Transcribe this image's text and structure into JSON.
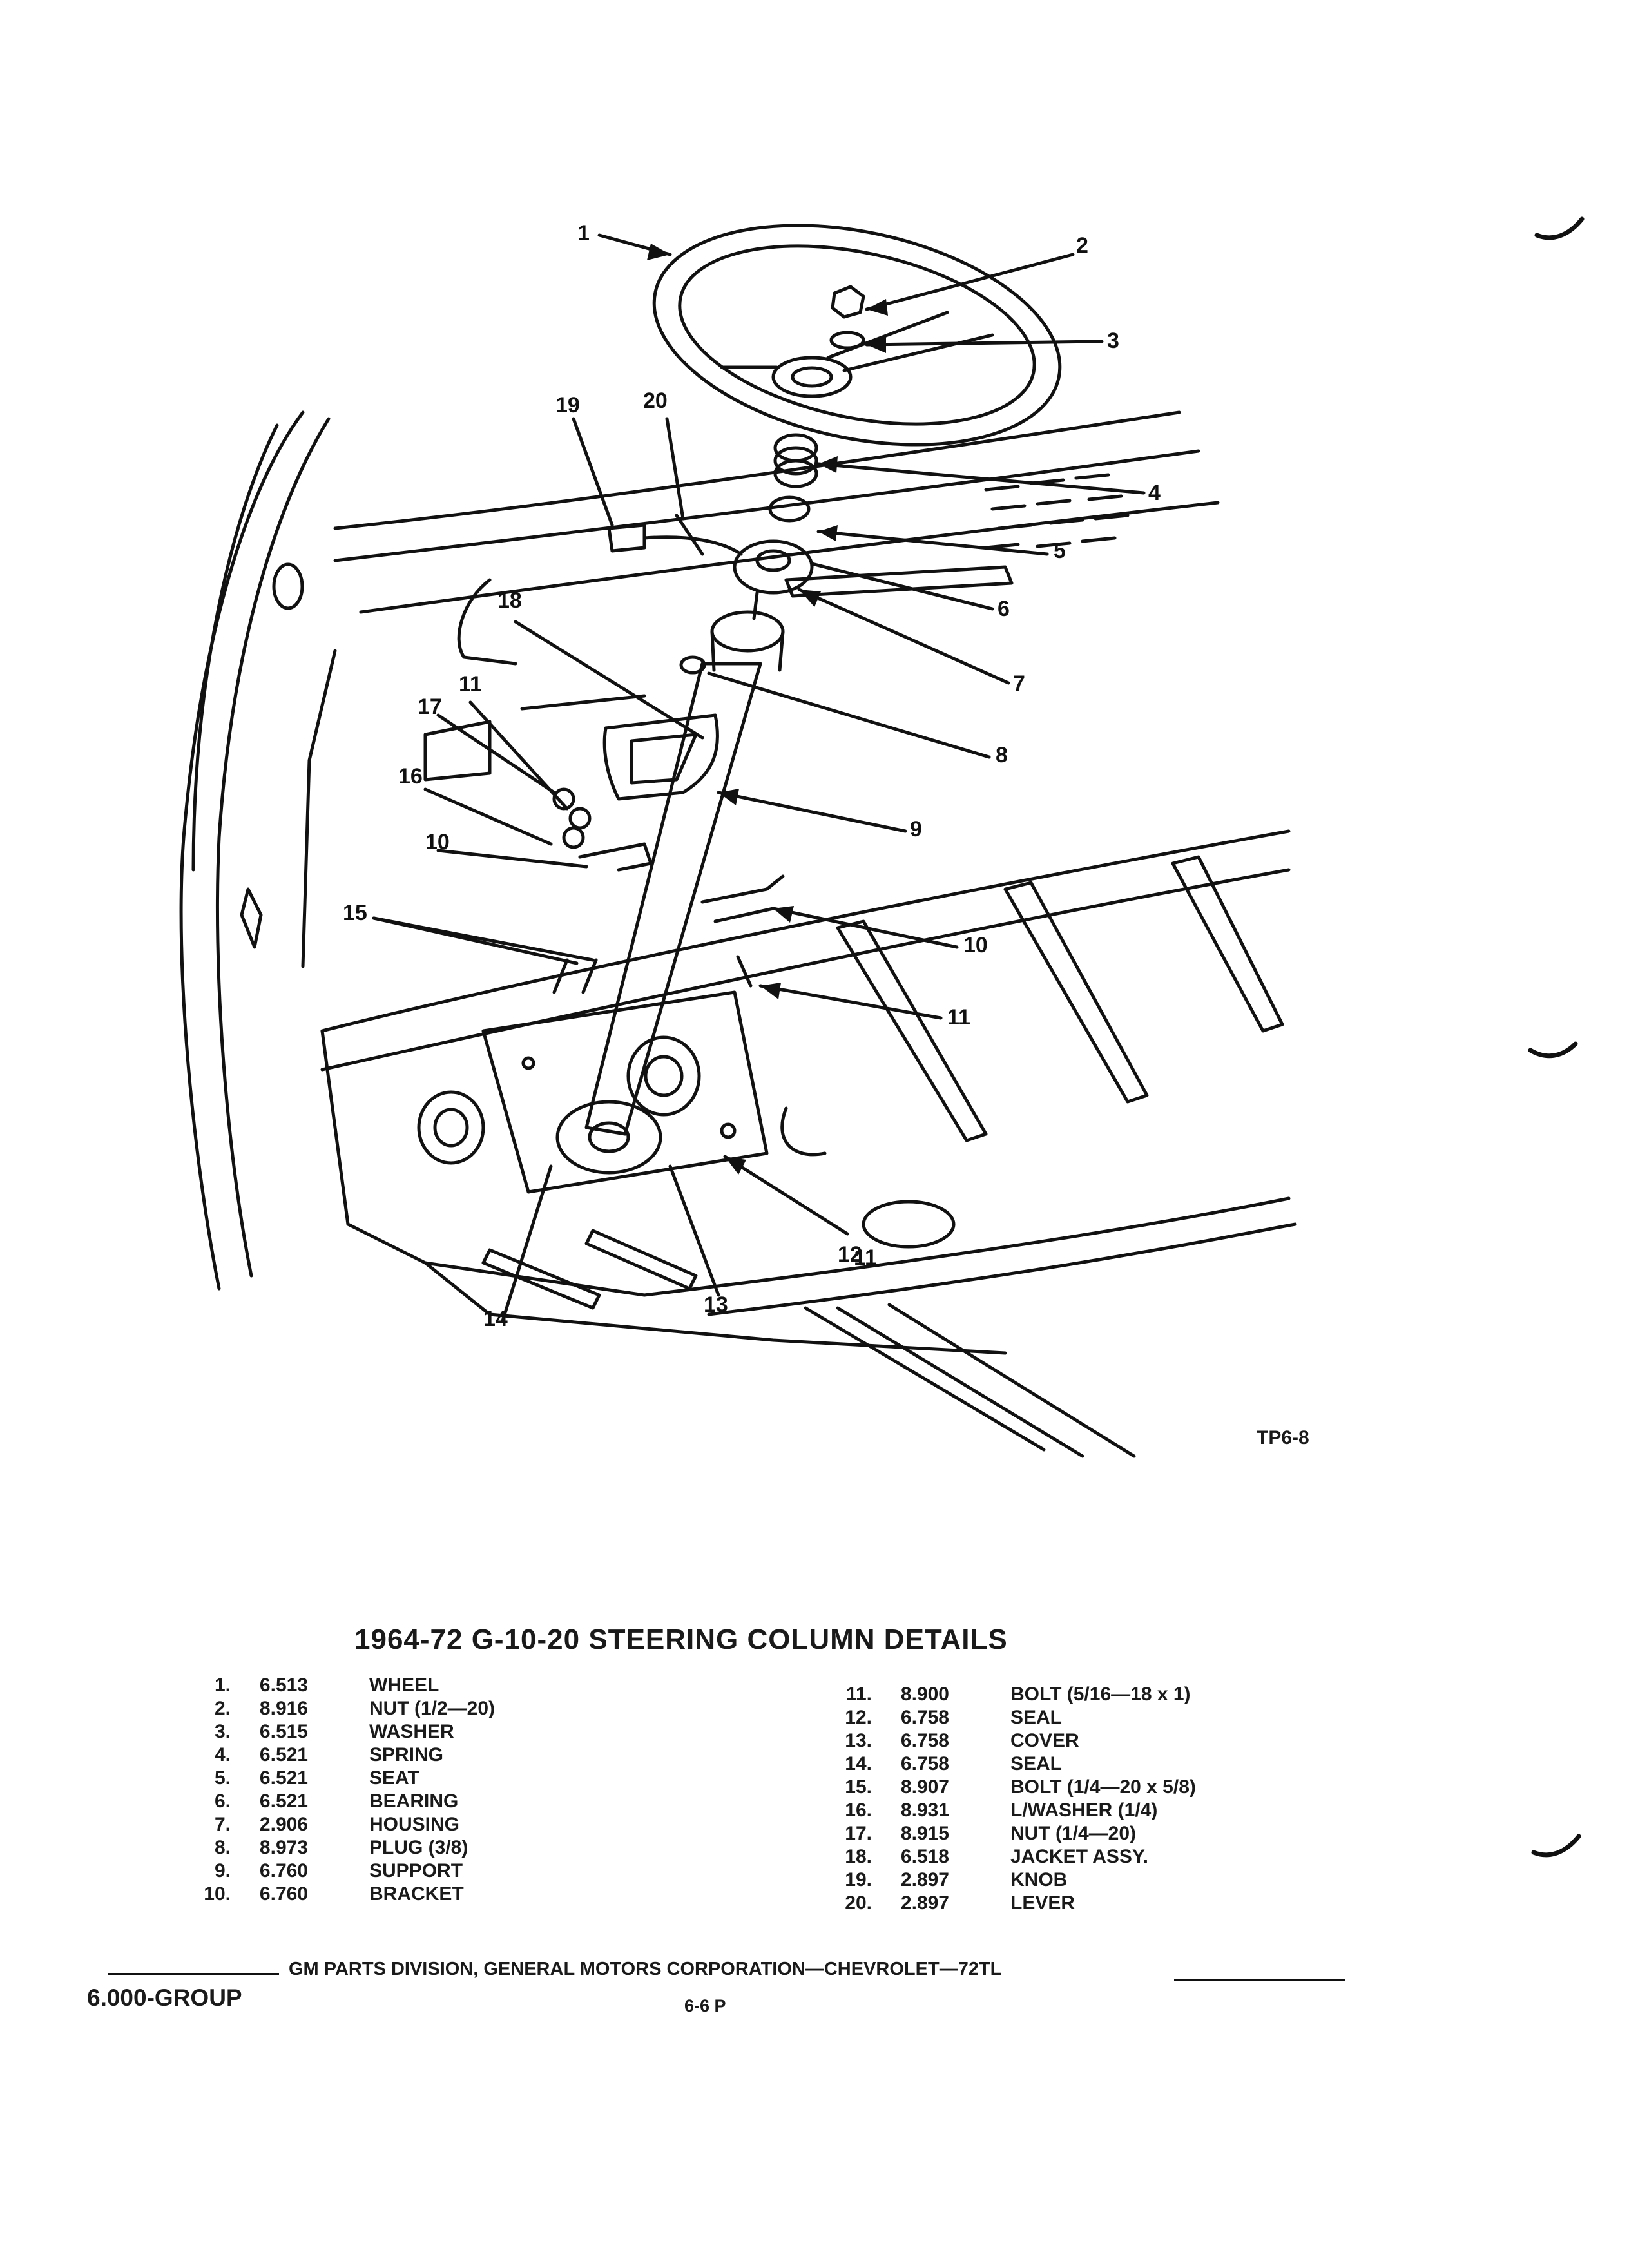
{
  "callouts": [
    "1",
    "2",
    "3",
    "4",
    "5",
    "6",
    "7",
    "8",
    "9",
    "10",
    "10",
    "11",
    "11",
    "11",
    "12",
    "13",
    "14",
    "15",
    "16",
    "17",
    "18",
    "19",
    "20"
  ],
  "figure_code": "TP6-8",
  "title": "1964-72 G-10-20 STEERING COLUMN DETAILS",
  "parts_left": [
    {
      "no": "1.",
      "code": "6.513",
      "name": "WHEEL"
    },
    {
      "no": "2.",
      "code": "8.916",
      "name": "NUT (1/2—20)"
    },
    {
      "no": "3.",
      "code": "6.515",
      "name": "WASHER"
    },
    {
      "no": "4.",
      "code": "6.521",
      "name": "SPRING"
    },
    {
      "no": "5.",
      "code": "6.521",
      "name": "SEAT"
    },
    {
      "no": "6.",
      "code": "6.521",
      "name": "BEARING"
    },
    {
      "no": "7.",
      "code": "2.906",
      "name": "HOUSING"
    },
    {
      "no": "8.",
      "code": "8.973",
      "name": "PLUG (3/8)"
    },
    {
      "no": "9.",
      "code": "6.760",
      "name": "SUPPORT"
    },
    {
      "no": "10.",
      "code": "6.760",
      "name": "BRACKET"
    }
  ],
  "parts_right": [
    {
      "no": "11.",
      "code": "8.900",
      "name": "BOLT (5/16—18 x 1)"
    },
    {
      "no": "12.",
      "code": "6.758",
      "name": "SEAL"
    },
    {
      "no": "13.",
      "code": "6.758",
      "name": "COVER"
    },
    {
      "no": "14.",
      "code": "6.758",
      "name": "SEAL"
    },
    {
      "no": "15.",
      "code": "8.907",
      "name": "BOLT (1/4—20 x 5/8)"
    },
    {
      "no": "16.",
      "code": "8.931",
      "name": "L/WASHER (1/4)"
    },
    {
      "no": "17.",
      "code": "8.915",
      "name": "NUT (1/4—20)"
    },
    {
      "no": "18.",
      "code": "6.518",
      "name": "JACKET ASSY."
    },
    {
      "no": "19.",
      "code": "2.897",
      "name": "KNOB"
    },
    {
      "no": "20.",
      "code": "2.897",
      "name": "LEVER"
    }
  ],
  "footer": {
    "publisher": "GM PARTS DIVISION, GENERAL MOTORS CORPORATION—CHEVROLET—72TL",
    "group": "6.000-GROUP",
    "page": "6-6 P"
  }
}
